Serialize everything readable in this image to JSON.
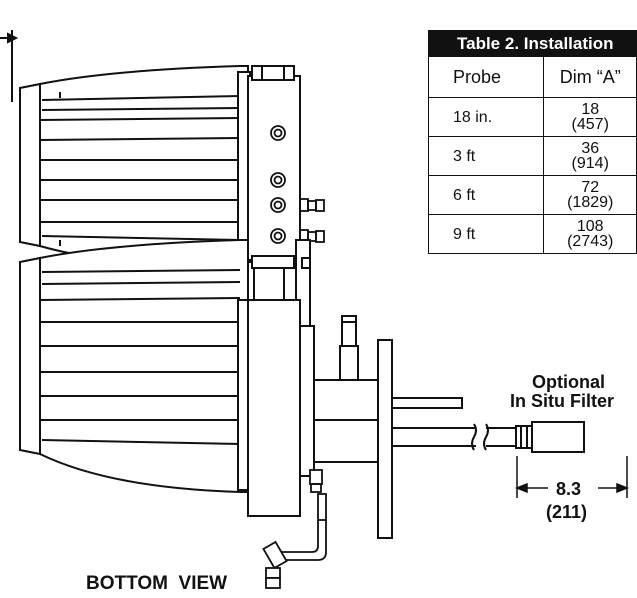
{
  "table": {
    "title": "Table 2.  Installation",
    "headers": [
      "Probe",
      "Dim “A”"
    ],
    "rows": [
      {
        "probe": "18 in.",
        "dim_in": "18",
        "dim_mm": "(457)"
      },
      {
        "probe": "3 ft",
        "dim_in": "36",
        "dim_mm": "(914)"
      },
      {
        "probe": "6 ft",
        "dim_in": "72",
        "dim_mm": "(1829)"
      },
      {
        "probe": "9 ft",
        "dim_in": "108",
        "dim_mm": "(2743)"
      }
    ]
  },
  "labels": {
    "optional": "Optional",
    "in_situ_filter": "In Situ Filter",
    "filter_dim_in": "8.3",
    "filter_dim_mm": "(211)",
    "view": "BOTTOM  VIEW"
  }
}
